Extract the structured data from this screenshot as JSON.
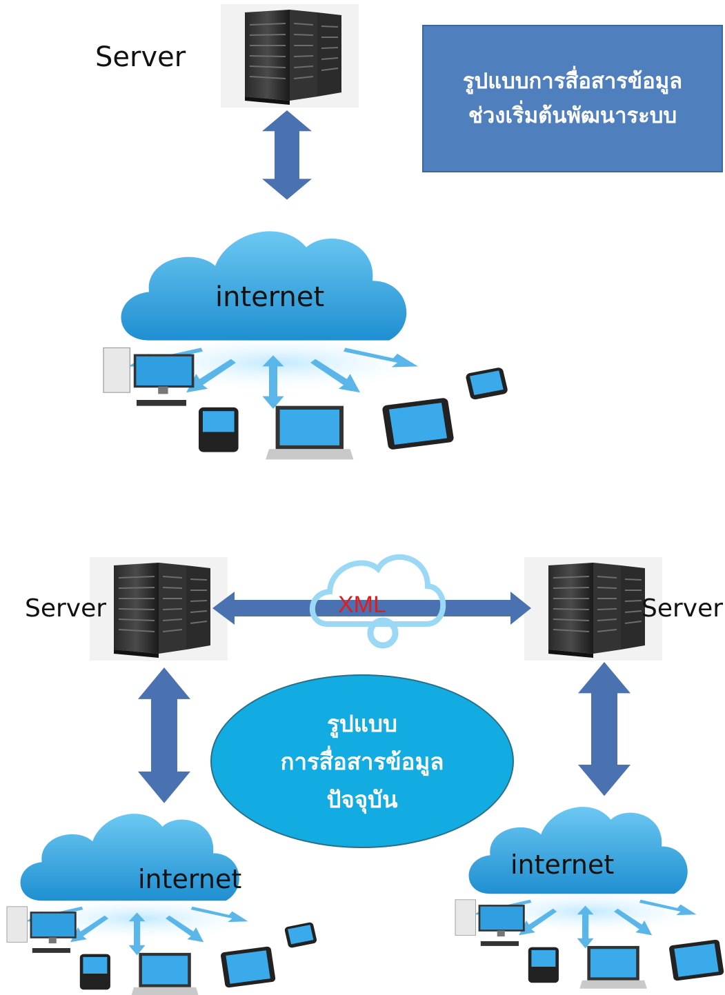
{
  "top_section": {
    "server_label": "Server",
    "internet_label": "internet",
    "title_lines": [
      "รูปแบบการสื่อสารข้อมูล",
      "ช่วงเริ่มต้นพัฒนาระบบ"
    ]
  },
  "bottom_section": {
    "left_server_label": "Server",
    "right_server_label": "Server",
    "exchange_label": "XML",
    "left_internet_label": "internet",
    "right_internet_label": "internet",
    "center_oval_lines": [
      "รูปแบบ",
      "การสื่อสารข้อมูล",
      "ปัจจุบัน"
    ]
  },
  "colors": {
    "arrow_fill": "#4a72b0",
    "cloud_fill": "#2e9fdc",
    "title_box": "#4f7fbd",
    "oval": "#12ace3",
    "xml_text": "#e31b1b"
  },
  "icons": [
    "server-rack-icon",
    "cloud-icon",
    "desktop-icon",
    "phone-icon",
    "laptop-icon",
    "tablet-icon",
    "cloud-gear-icon"
  ]
}
